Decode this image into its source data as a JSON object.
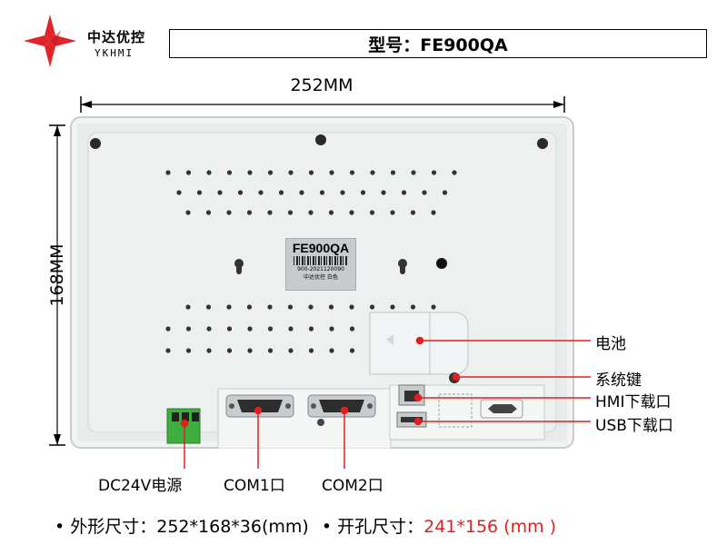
{
  "brand": {
    "name": "中达优控",
    "sub": "YKHMI",
    "logo": "red-four-point-star-logo"
  },
  "model_header": "型号：FE900QA",
  "dimensions": {
    "width_label": "252MM",
    "height_label": "168MM"
  },
  "device": {
    "label_title": "FE900QA",
    "label_code": "900-2021120090",
    "label_brand": "中达优控 白色",
    "connector_color": "#3fae3f"
  },
  "callouts": {
    "battery": "电池",
    "system_key": "系统键",
    "hmi_download": "HMI下载口",
    "usb_download": "USB下载口"
  },
  "bottom_labels": {
    "power": "DC24V电源",
    "com1": "COM1口",
    "com2": "COM2口"
  },
  "spec": {
    "outer_prefix": "• 外形尺寸：",
    "outer_value": "252*168*36(mm)",
    "cutout_prefix": "• 开孔尺寸：",
    "cutout_value": "241*156 (mm )",
    "highlight_color": "#e02020"
  }
}
